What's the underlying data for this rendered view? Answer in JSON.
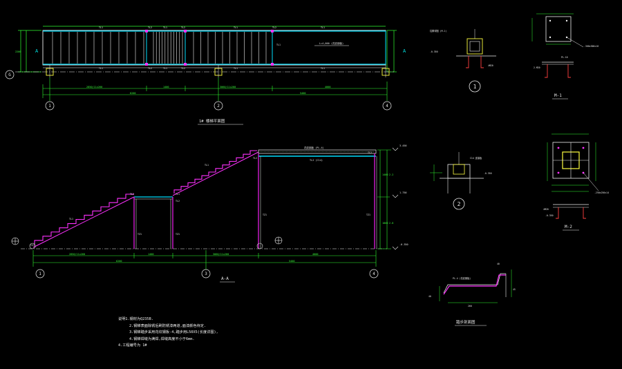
{
  "colors": {
    "background": "#000000",
    "structure_white": "#f0f0f0",
    "dimension_green": "#30ff30",
    "beam_cyan": "#00e0ff",
    "stair_magenta": "#ff30ff",
    "member_magenta": "#e020e0",
    "column_yellow": "#ffff40",
    "bolt_red": "#ff4040"
  },
  "plan": {
    "title": "1# 楼梯平面图",
    "section_mark": "A",
    "axis_labels": [
      "G",
      "1",
      "2",
      "4"
    ],
    "member_labels": [
      "TL1",
      "TL1",
      "TL1",
      "TL2",
      "TL2",
      "TL1",
      "TL2",
      "TL1",
      "TL1",
      "TL1",
      "TL1",
      "TL1",
      "TL2",
      "TL2"
    ]
  },
  "section": {
    "title": "A-A",
    "axis_labels": [
      "1",
      "3",
      "4"
    ],
    "member_labels": [
      "TL1",
      "TL1",
      "TL2",
      "TL2",
      "TL1",
      "TL2",
      "TL2",
      "TZ1",
      "TZ1",
      "TZ1",
      "TZ1",
      "TZ1"
    ]
  },
  "details": {
    "node1": "1",
    "node2": "2",
    "m1": "M-1",
    "m2": "M-2",
    "edge_section_title": "踏步剖面图"
  },
  "notes": {
    "lines": [
      "说明1.钢材为Q235B.",
      "2.钢梯表面除锈后刷防锈漆两道,面漆颜色待定.",
      "3.钢梯踏步采用花纹钢板-4,踏步用L50X5(长度详图),",
      "4.钢梯焊缝为满焊,焊缝高度不小于6mm.",
      "4.工程编号为 1#"
    ]
  }
}
